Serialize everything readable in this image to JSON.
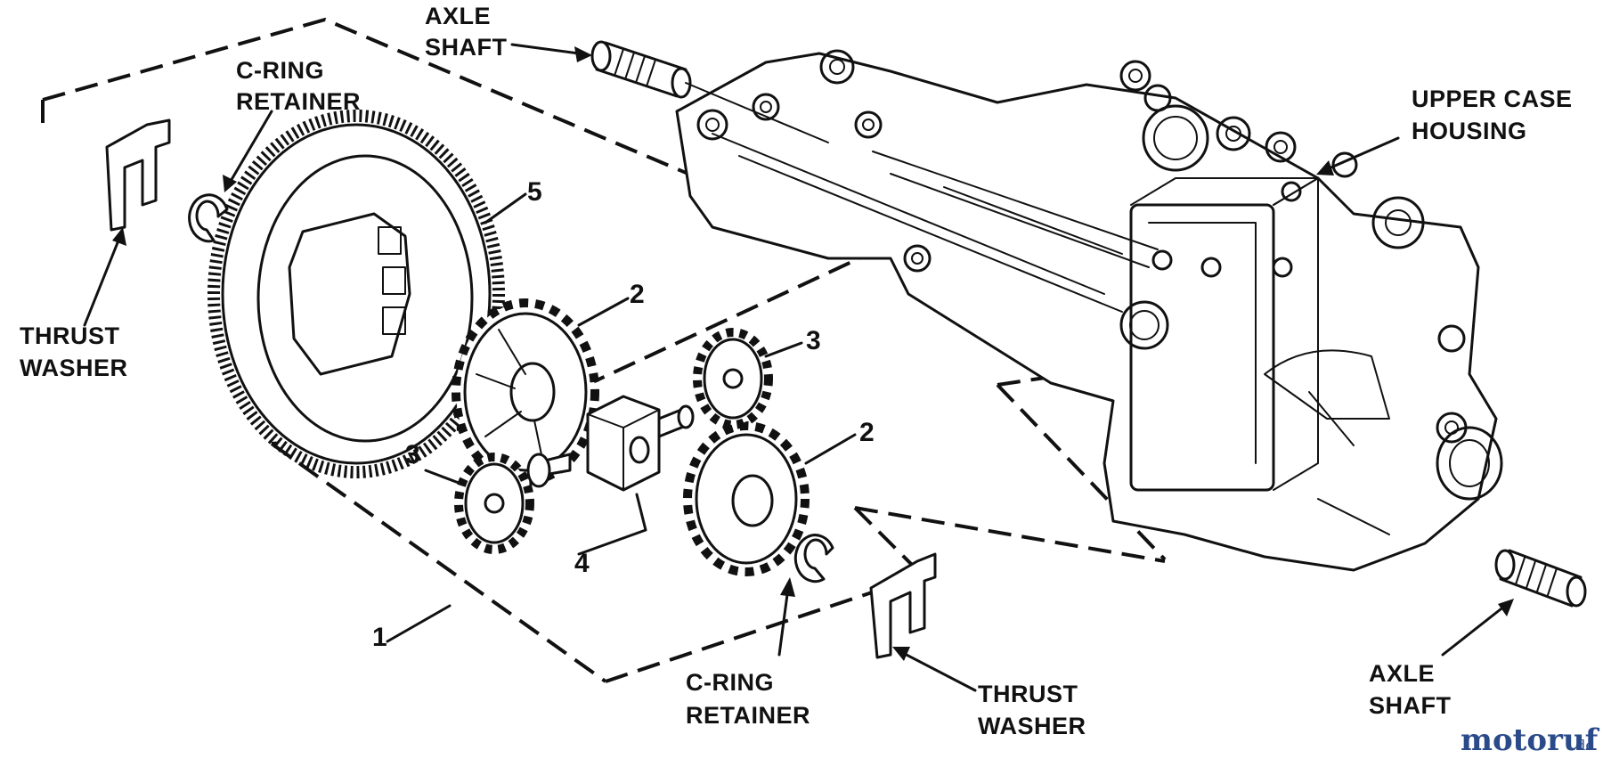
{
  "labels": {
    "axle_shaft_top_line1": "AXLE",
    "axle_shaft_top_line2": "SHAFT",
    "c_ring_top_line1": "C-RING",
    "c_ring_top_line2": "RETAINER",
    "upper_case_line1": "UPPER CASE",
    "upper_case_line2": "HOUSING",
    "thrust_left_line1": "THRUST",
    "thrust_left_line2": "WASHER",
    "c_ring_bottom_line1": "C-RING",
    "c_ring_bottom_line2": "RETAINER",
    "thrust_bottom_line1": "THRUST",
    "thrust_bottom_line2": "WASHER",
    "axle_shaft_bottom_line1": "AXLE",
    "axle_shaft_bottom_line2": "SHAFT"
  },
  "callouts": {
    "ring_gear": "5",
    "bevel_gear_top": "2",
    "pinion_right": "3",
    "pinion_left": "3",
    "bevel_gear_bottom": "2",
    "cross_shaft": "4",
    "assembly": "1"
  },
  "watermark": {
    "brand": "motoruf",
    "tld": ".de",
    "color_dark": "#2a4a8a",
    "color_light": "#7a9ad0"
  }
}
